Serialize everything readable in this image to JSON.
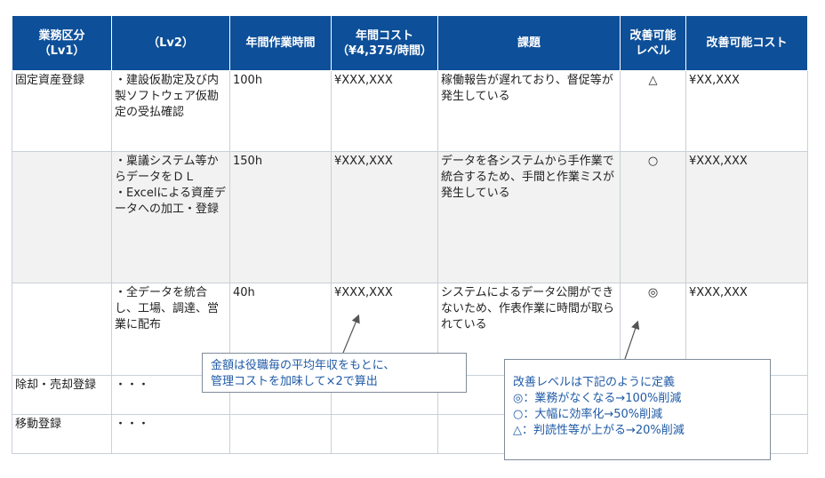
{
  "headers": {
    "lv1": [
      "業務区分",
      "（Lv1）"
    ],
    "lv2": "（Lv2）",
    "hours": "年間作業時間",
    "cost": [
      "年間コスト",
      "（¥4,375/時間）"
    ],
    "issue": "課題",
    "level": [
      "改善可能",
      "レベル"
    ],
    "improve_cost": "改善可能コスト"
  },
  "rows": [
    {
      "lv1": "固定資産登録",
      "lv2": "・建設仮勘定及び内製ソフトウェア仮勘定の受払確認",
      "hours": "100h",
      "cost": "¥XXX,XXX",
      "issue": "稼働報告が遅れており、督促等が発生している",
      "level": "△",
      "improve_cost": "¥XX,XXX"
    },
    {
      "lv1": "",
      "lv2": "・稟議システム等からデータをＤＬ\n・Excelによる資産データへの加工・登録",
      "hours": "150h",
      "cost": "¥XXX,XXX",
      "issue": "データを各システムから手作業で統合するため、手間と作業ミスが発生している",
      "level": "○",
      "improve_cost": "¥XXX,XXX"
    },
    {
      "lv1": "",
      "lv2": "・全データを統合し、工場、調達、営業に配布",
      "hours": "40h",
      "cost": "¥XXX,XXX",
      "issue": "システムによるデータ公開ができないため、作表作業に時間が取られている",
      "level": "◎",
      "improve_cost": "¥XXX,XXX"
    },
    {
      "lv1": "除却・売却登録",
      "lv2": "・・・",
      "hours": "",
      "cost": "",
      "issue": "",
      "level": "",
      "improve_cost": ""
    },
    {
      "lv1": "移動登録",
      "lv2": "・・・",
      "hours": "",
      "cost": "",
      "issue": "",
      "level": "",
      "improve_cost": ""
    }
  ],
  "callouts": {
    "cost_note": [
      "金額は役職毎の平均年収をもとに、",
      "管理コストを加味して×2で算出"
    ],
    "level_note": [
      "改善レベルは下記のように定義",
      "◎：業務がなくなる→100%削減",
      "○：大幅に効率化→50%削減",
      "△：判読性等が上がる→20%削減"
    ]
  },
  "colors": {
    "header_bg": "#0d4f98",
    "callout_text": "#1f5aa6",
    "alt_row_bg": "#f2f2f2"
  }
}
